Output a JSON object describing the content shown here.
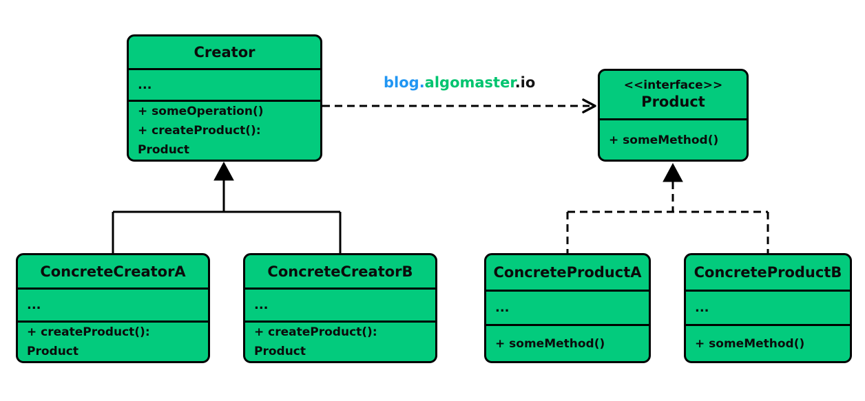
{
  "diagram": {
    "title_hint": "Factory Method pattern UML class diagram",
    "watermark": {
      "blog": "blog.",
      "algomaster": "algomaster",
      "io": ".io"
    },
    "classes": {
      "creator": {
        "name": "Creator",
        "attributes": "...",
        "method1": "+ someOperation()",
        "method2": "+ createProduct(): Product"
      },
      "product": {
        "stereotype": "<<interface>>",
        "name": "Product",
        "method1": "+ someMethod()"
      },
      "concreteCreatorA": {
        "name": "ConcreteCreatorA",
        "attributes": "...",
        "method1": "+ createProduct(): Product"
      },
      "concreteCreatorB": {
        "name": "ConcreteCreatorB",
        "attributes": "...",
        "method1": "+ createProduct(): Product"
      },
      "concreteProductA": {
        "name": "ConcreteProductA",
        "attributes": "...",
        "method1": "+ someMethod()"
      },
      "concreteProductB": {
        "name": "ConcreteProductB",
        "attributes": "...",
        "method1": "+ someMethod()"
      }
    },
    "relationships": [
      {
        "from": "Creator",
        "to": "Product",
        "type": "dashed dependency arrow"
      },
      {
        "from": "ConcreteCreatorA",
        "to": "Creator",
        "type": "inheritance (solid, filled triangle)"
      },
      {
        "from": "ConcreteCreatorB",
        "to": "Creator",
        "type": "inheritance (solid, filled triangle)"
      },
      {
        "from": "ConcreteProductA",
        "to": "Product",
        "type": "realization (dashed, filled triangle)"
      },
      {
        "from": "ConcreteProductB",
        "to": "Product",
        "type": "realization (dashed, filled triangle)"
      }
    ]
  },
  "colors": {
    "box_fill": "#03cb7d",
    "box_border": "#000000",
    "wm_blue": "#2196f3",
    "wm_green": "#00c46f",
    "wm_dark": "#141414",
    "line": "#000000",
    "background": "#ffffff"
  }
}
